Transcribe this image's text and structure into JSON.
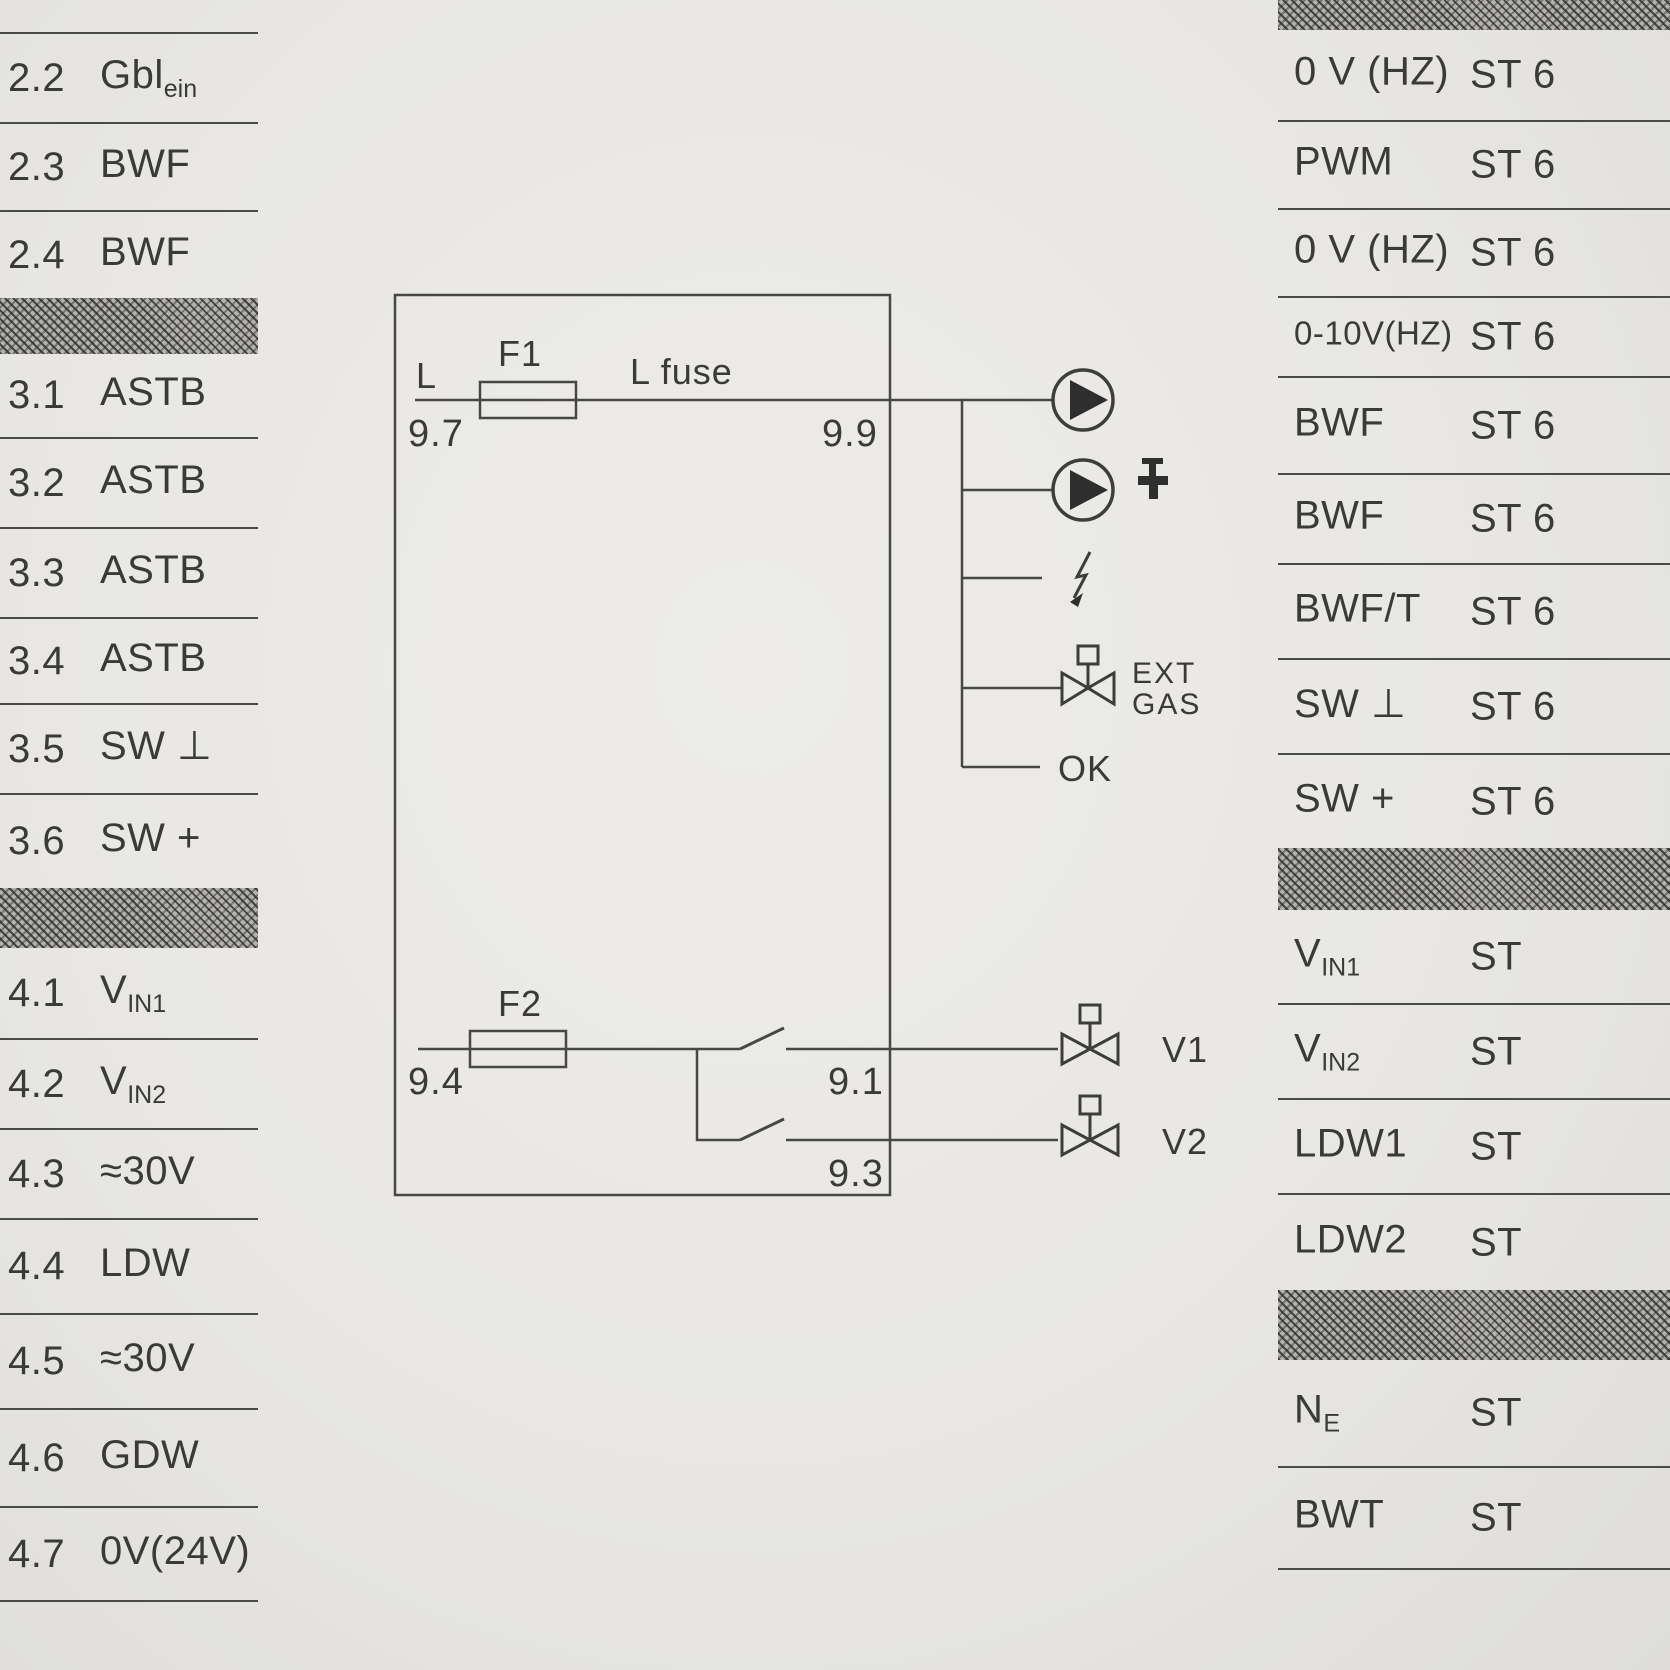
{
  "colors": {
    "paper": "#e9e8e4",
    "ink": "#3a3a3a",
    "line": "#4a4a4a",
    "hatch_base": "#b3b2ae"
  },
  "left_terminals": {
    "rows": [
      {
        "num": "2.2",
        "label": "Gbl",
        "sub": "ein"
      },
      {
        "num": "2.3",
        "label": "BWF"
      },
      {
        "num": "2.4",
        "label": "BWF"
      },
      {
        "num": "3.1",
        "label": "ASTB"
      },
      {
        "num": "3.2",
        "label": "ASTB"
      },
      {
        "num": "3.3",
        "label": "ASTB"
      },
      {
        "num": "3.4",
        "label": "ASTB"
      },
      {
        "num": "3.5",
        "label": "SW ⊥"
      },
      {
        "num": "3.6",
        "label": "SW +"
      },
      {
        "num": "4.1",
        "label": "V",
        "sub": "IN1"
      },
      {
        "num": "4.2",
        "label": "V",
        "sub": "IN2"
      },
      {
        "num": "4.3",
        "label": "≈30V"
      },
      {
        "num": "4.4",
        "label": "LDW"
      },
      {
        "num": "4.5",
        "label": "≈30V"
      },
      {
        "num": "4.6",
        "label": "GDW"
      },
      {
        "num": "4.7",
        "label": "0V(24V)"
      }
    ]
  },
  "right_terminals": {
    "rows": [
      {
        "name": "0 V (HZ)",
        "ref": "ST 6"
      },
      {
        "name": "PWM",
        "ref": "ST 6"
      },
      {
        "name": "0 V (HZ)",
        "ref": "ST 6"
      },
      {
        "name": "0-10V(HZ)",
        "ref": "ST 6"
      },
      {
        "name": "BWF",
        "ref": "ST 6"
      },
      {
        "name": "BWF",
        "ref": "ST 6"
      },
      {
        "name": "BWF/T",
        "ref": "ST 6"
      },
      {
        "name": "SW ⊥",
        "ref": "ST 6"
      },
      {
        "name": "SW +",
        "ref": "ST 6"
      },
      {
        "name": "V",
        "sub": "IN1",
        "ref": "ST"
      },
      {
        "name": "V",
        "sub": "IN2",
        "ref": "ST"
      },
      {
        "name": "LDW1",
        "ref": "ST"
      },
      {
        "name": "LDW2",
        "ref": "ST"
      },
      {
        "name": "N",
        "sub": "E",
        "ref": "ST"
      },
      {
        "name": "BWT",
        "ref": "ST"
      }
    ]
  },
  "schematic": {
    "l_label": "L",
    "f1_label": "F1",
    "l_fuse_label": "L fuse",
    "f2_label": "F2",
    "terminal_97": "9.7",
    "terminal_99": "9.9",
    "terminal_94": "9.4",
    "terminal_91": "9.1",
    "terminal_93": "9.3",
    "ext_label": "EXT",
    "gas_label": "GAS",
    "ok_label": "OK",
    "v1_label": "V1",
    "v2_label": "V2",
    "icons": {
      "pump_1": "pump-icon",
      "pump_2": "pump-icon",
      "tap": "tap-icon",
      "ignition": "ignition-spark-icon",
      "ext_gas_valve": "motor-valve-icon",
      "v1_valve": "motor-valve-icon",
      "v2_valve": "motor-valve-icon",
      "fuse_f1": "fuse-icon",
      "fuse_f2": "fuse-icon"
    }
  }
}
